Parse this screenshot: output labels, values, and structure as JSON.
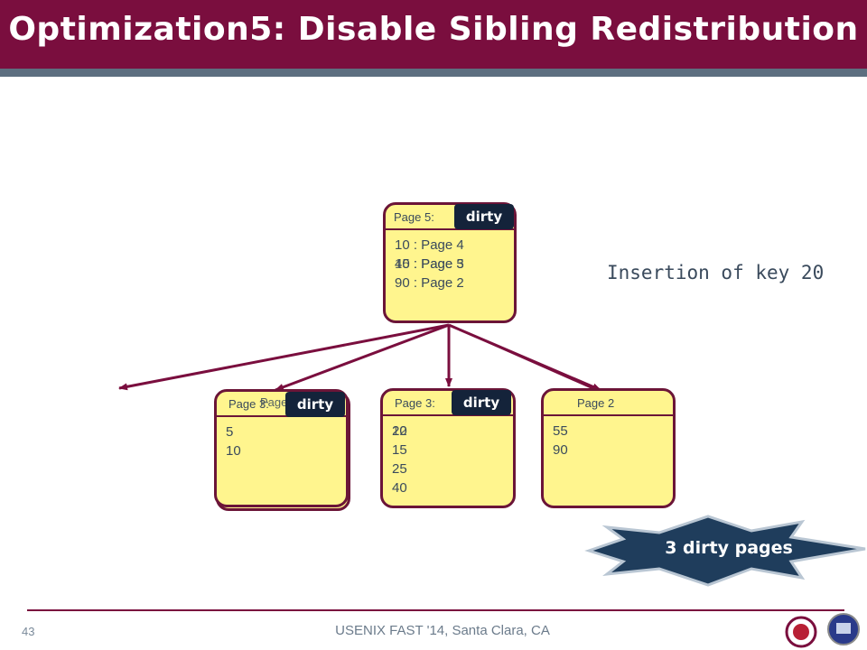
{
  "title": "Optimization5: Disable Sibling Redistribution",
  "insertion_note": "Insertion of key 20",
  "badge": "3 dirty pages",
  "footer": "USENIX FAST '14, Santa Clara, CA",
  "slide_number": "43",
  "dirty_label": "dirty",
  "root": {
    "label": "Page 5:",
    "entries": [
      {
        "text": "10  : Page 4"
      },
      {
        "text": "40  : Page 3",
        "overlay": "15  : Page 5"
      },
      {
        "text": "90  : Page 2"
      }
    ]
  },
  "left_leaf": {
    "label": "Page 3:",
    "label_overlay": "Page",
    "entries": [
      {
        "text": "5"
      },
      {
        "text": "10"
      }
    ]
  },
  "middle_leaf": {
    "label": "Page 3:",
    "entries": [
      {
        "text": "20",
        "overlay": "12"
      },
      {
        "text": "15"
      },
      {
        "text": "25"
      },
      {
        "text": "40"
      }
    ]
  },
  "right_leaf": {
    "label": "Page 2",
    "entries": [
      {
        "text": "55"
      },
      {
        "text": "90"
      }
    ]
  },
  "colors": {
    "maroon": "#7a0e3e",
    "page_fill": "#fff58e",
    "dirty_fill": "#14233a",
    "badge_fill": "#1f3d5c"
  }
}
